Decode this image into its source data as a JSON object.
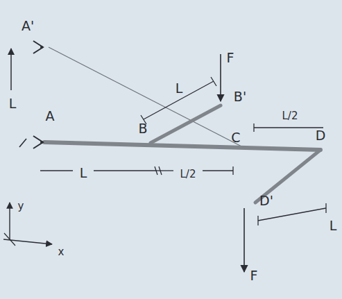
{
  "diagram": {
    "labels": [
      "A'",
      "F",
      "L",
      "B'",
      "L",
      "A",
      "B",
      "C",
      "L/2",
      "D",
      "D'",
      "L",
      "L/2",
      "y",
      "x",
      "L",
      "F"
    ]
  }
}
